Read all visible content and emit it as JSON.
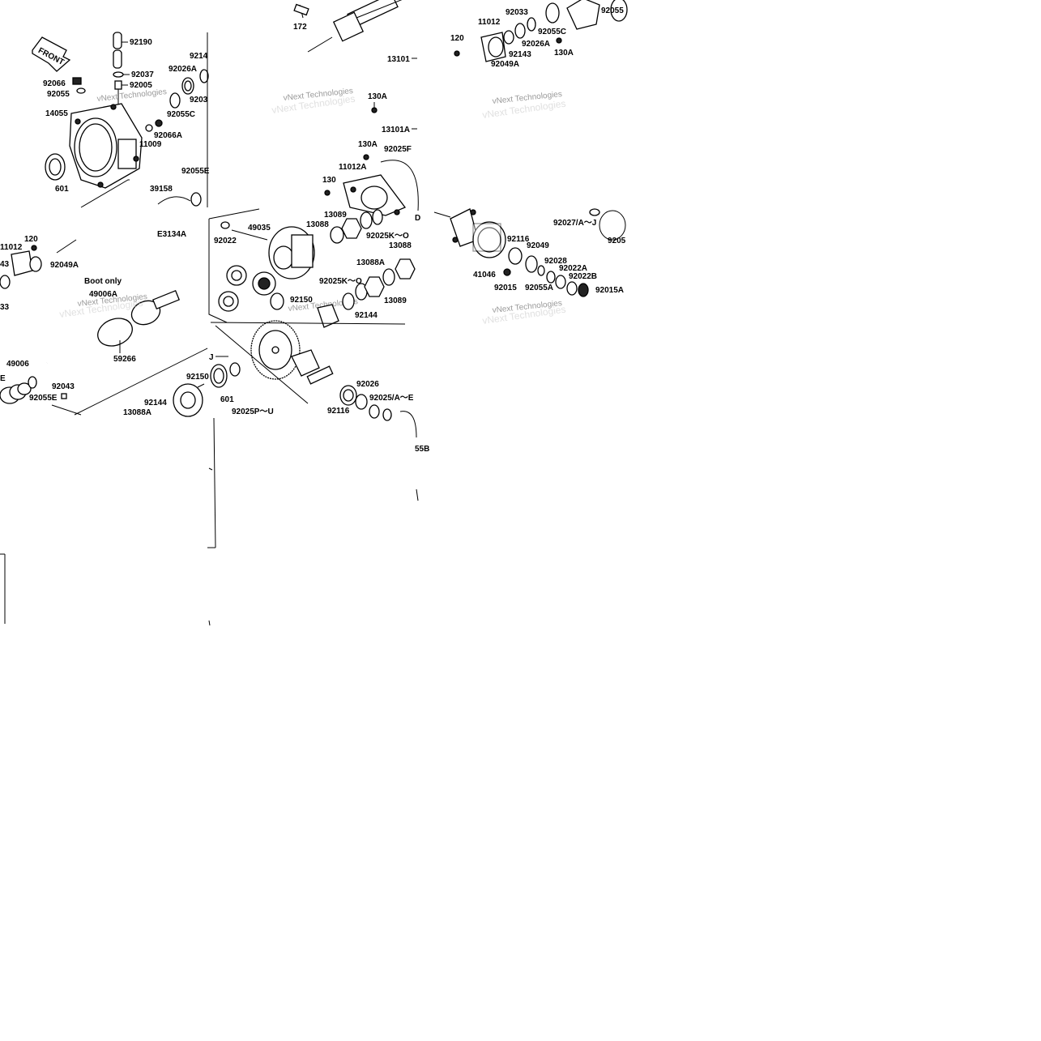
{
  "diagram": {
    "watermark": "vNext Technologies",
    "figure_id": "E3134A",
    "boot_only_label": "Boot only",
    "front_label": "FRONT",
    "parts": {
      "p92190": "92190",
      "p92037": "92037",
      "p92005": "92005",
      "p92066": "92066",
      "p92055": "92055",
      "p14055": "14055",
      "p601a": "601",
      "p11009": "11009",
      "p92066A": "92066A",
      "p92026A_a": "92026A",
      "p9214": "9214",
      "p9203": "9203",
      "p92055C_a": "92055C",
      "p92055E_a": "92055E",
      "p39158": "39158",
      "p172": "172",
      "p13101": "13101",
      "p130A_a": "130A",
      "p13101A": "13101A",
      "p130A_b": "130A",
      "p92025F": "92025F",
      "p11012A": "11012A",
      "p130": "130",
      "p13088_a": "13088",
      "p13089_a": "13089",
      "p92025K_a": "92025K～O",
      "p13088_b": "13088",
      "p13088A_a": "13088A",
      "p92025K_b": "92025K～O",
      "p13089_b": "13089",
      "p92144_a": "92144",
      "p92150_a": "92150",
      "p92022": "92022",
      "p49035": "49035",
      "p92033": "92033",
      "p11012_a": "11012",
      "p120_a": "120",
      "p92026A_b": "92026A",
      "p92143": "92143",
      "p92049A_a": "92049A",
      "p92055C_b": "92055C",
      "p130A_c": "130A",
      "p92055_r": "92055",
      "p92027": "92027/A～J",
      "p9205": "9205",
      "p92116_a": "92116",
      "p92049": "92049",
      "p92028": "92028",
      "p92022A": "92022A",
      "p92022B": "92022B",
      "p41046": "41046",
      "p92015": "92015",
      "p92055A": "92055A",
      "p92015A": "92015A",
      "p120_b": "120",
      "p11012_b": "11012",
      "p43": "43",
      "p92049A_b": "92049A",
      "p33": "33",
      "p49006A": "49006A",
      "p59266": "59266",
      "p49006": "49006",
      "pE": "E",
      "p92055E_b": "92055E",
      "p92043": "92043",
      "pJ": "J",
      "p92150_b": "92150",
      "p601b": "601",
      "p92144_b": "92144",
      "p13088A_b": "13088A",
      "p92025P": "92025P～U",
      "p92026": "92026",
      "p92025A": "92025/A～E",
      "p92116_b": "92116",
      "p55B": "55B",
      "pD": "D"
    }
  }
}
